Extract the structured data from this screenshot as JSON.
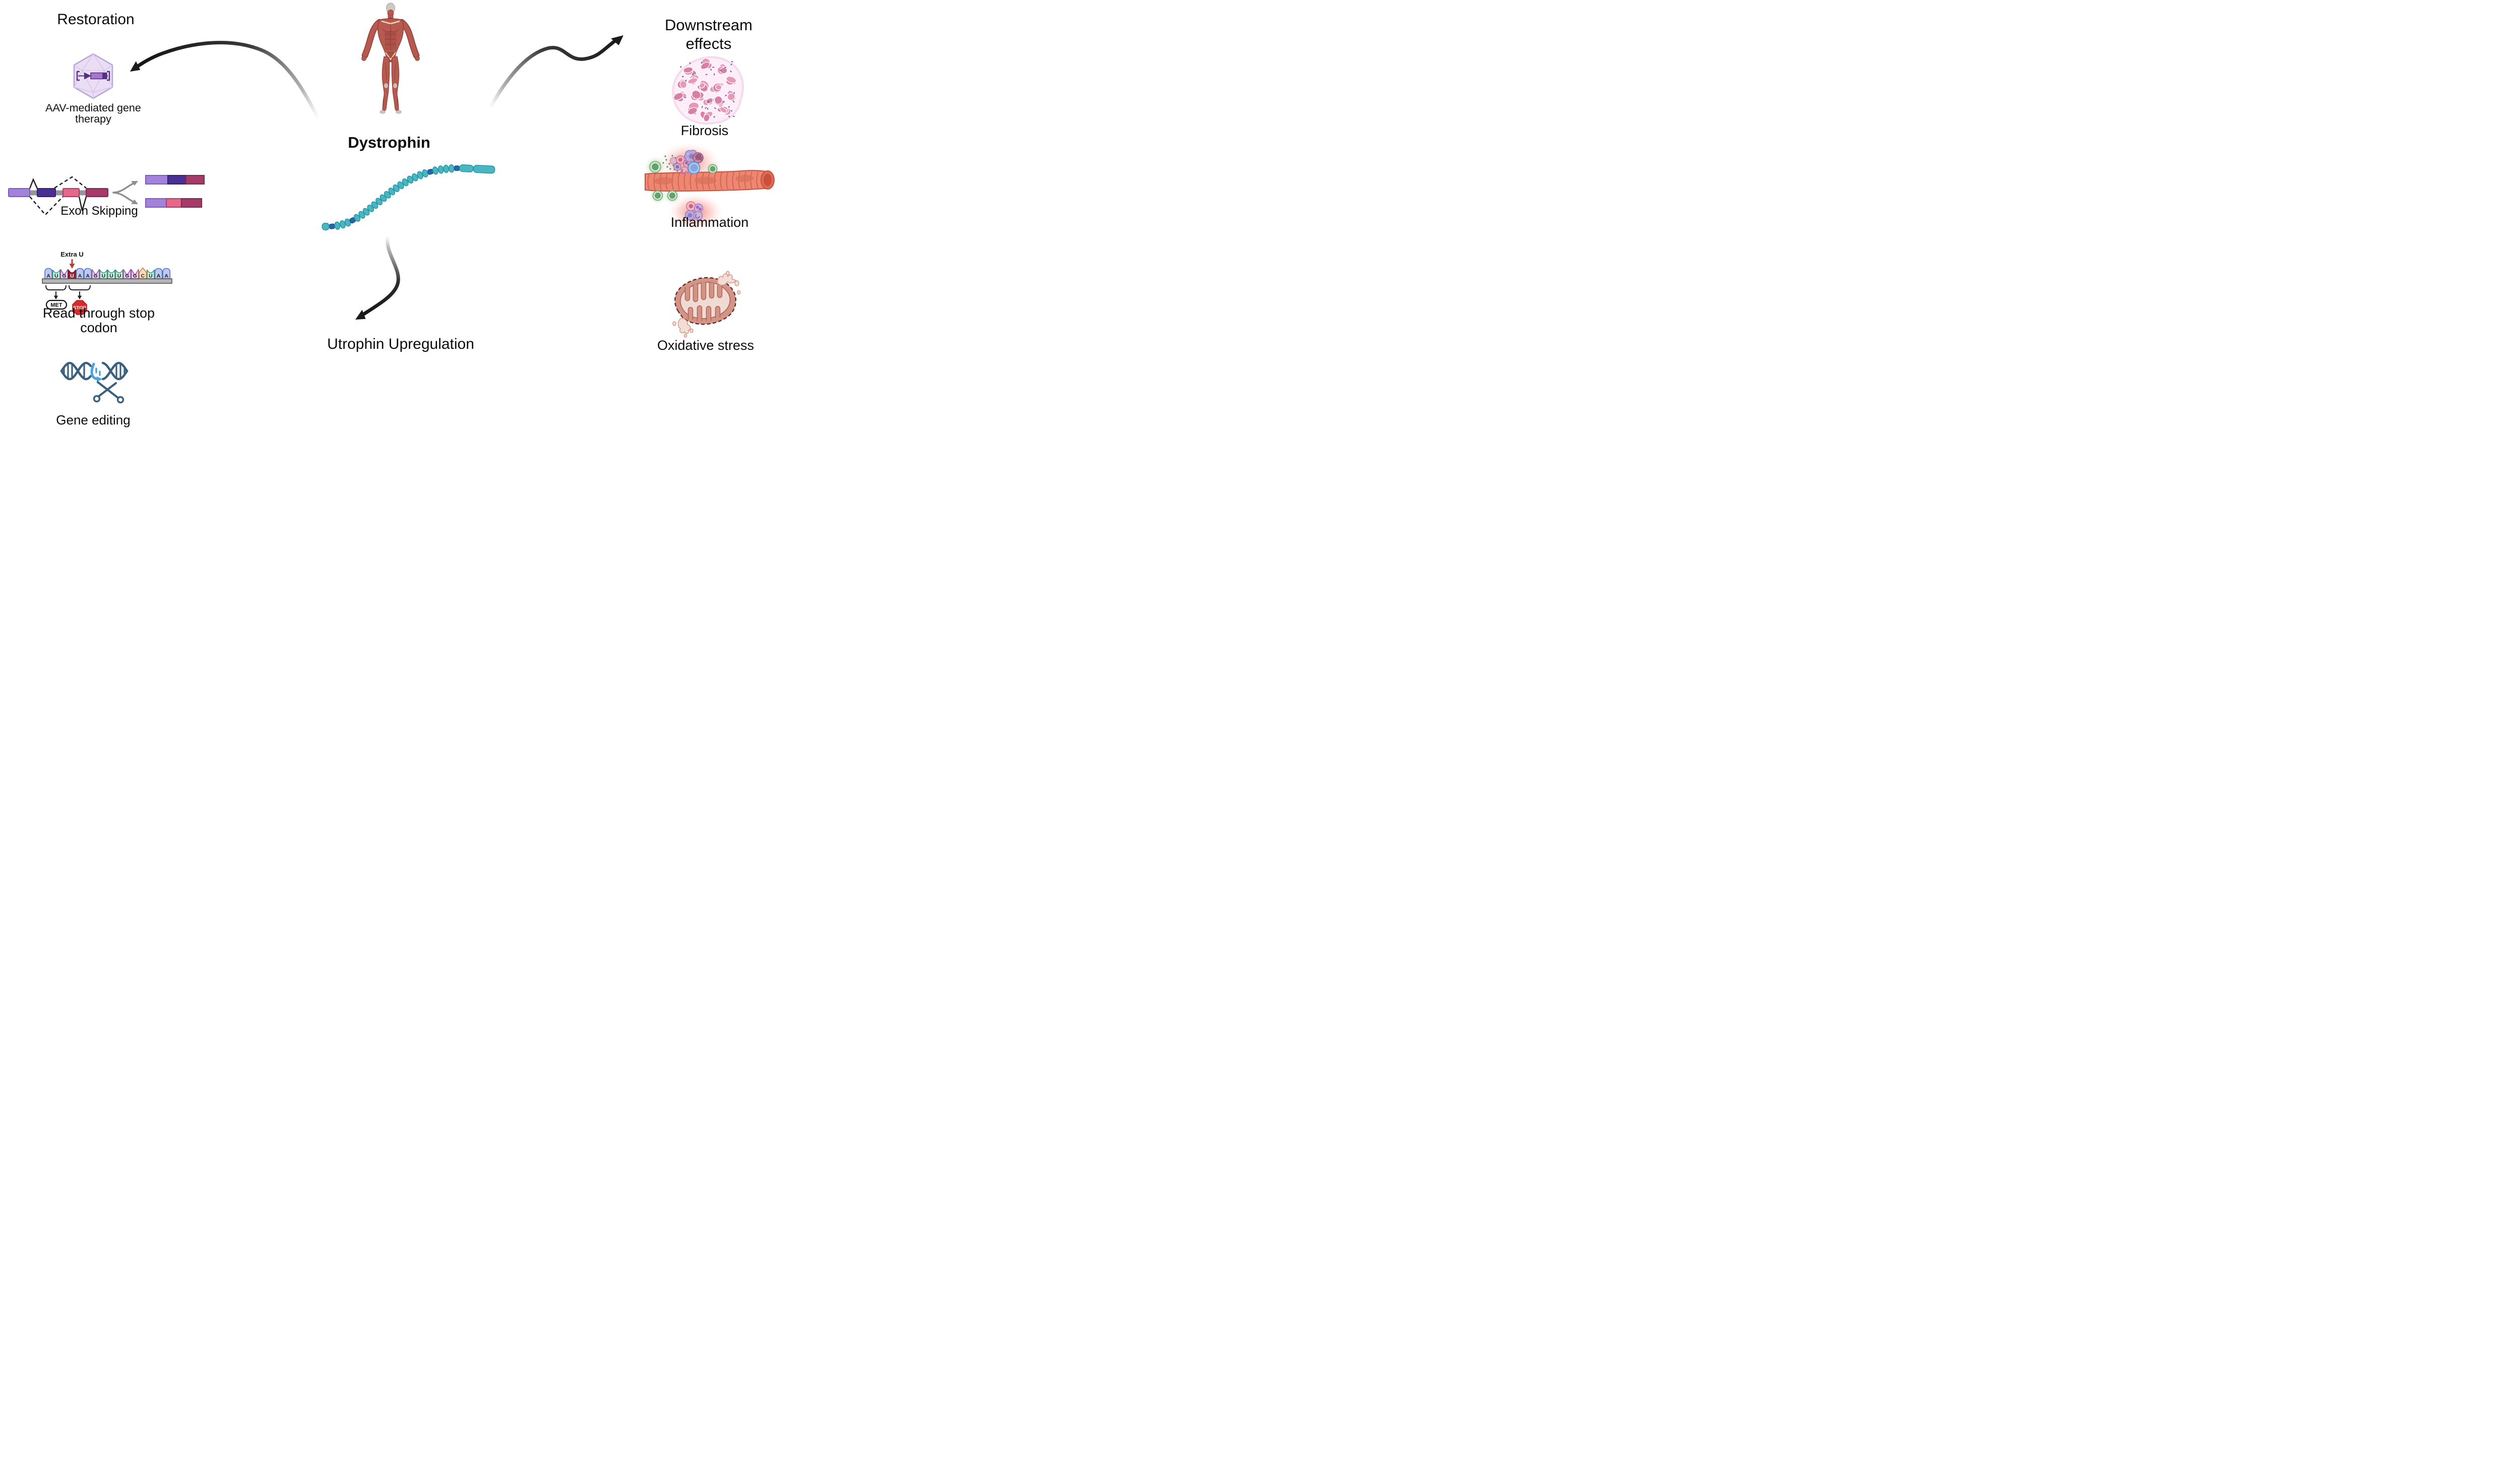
{
  "figure": {
    "center_label": "Dystrophin",
    "utrophin_label": "Utrophin Upregulation",
    "left": {
      "heading": "Restoration",
      "aav_label": [
        "AAV-mediated gene",
        "therapy"
      ],
      "exon_label": "Exon Skipping",
      "readthrough_label": [
        "Read through stop",
        "codon"
      ],
      "extra_u": "Extra U",
      "met": "MET",
      "stop": "STOP",
      "sequence": "AUGUAAGUUUGGCUAA",
      "extra_u_index": 3,
      "gene_label": "Gene editing"
    },
    "right": {
      "heading": [
        "Downstream",
        "effects"
      ],
      "fibrosis_label": "Fibrosis",
      "inflammation_label": "Inflammation",
      "oxidative_label": "Oxidative stress"
    }
  },
  "protein_chain": {
    "beads": [
      "cap",
      "sq",
      "b",
      "b",
      "b",
      "sq",
      "b",
      "b",
      "b",
      "b",
      "b",
      "b",
      "b",
      "b",
      "b",
      "b",
      "b",
      "b",
      "b",
      "b",
      "b",
      "b",
      "sq",
      "b",
      "b",
      "b",
      "b",
      "sq",
      "cap2",
      "cap3"
    ],
    "teal": "#48b6c3",
    "teal_stroke": "#2a96a4",
    "blue": "#2667ac",
    "blue_stroke": "#19508c"
  },
  "nucleotide_colors": {
    "A": {
      "fill": "#bcc9f0",
      "stroke": "#5570c4"
    },
    "U": {
      "fill": "#cdeadd",
      "stroke": "#2a9b7c"
    },
    "G": {
      "fill": "#e9d2f4",
      "stroke": "#a052a8"
    },
    "C": {
      "fill": "#f8dcbd",
      "stroke": "#d0812f"
    },
    "extra": {
      "fill": "#9c2733",
      "stroke": "#5f1219"
    }
  },
  "palette": {
    "exon1": "#a383d9",
    "exon1_stroke": "#7d5bc3",
    "exon2": "#4a3191",
    "exon2_stroke": "#362071",
    "exon3": "#e5688c",
    "exon3_stroke": "#aa3f63",
    "exon4": "#a63a69",
    "exon4_stroke": "#7b2950",
    "intron": "#92969b",
    "splice_line": "#1a1a1a",
    "branch_gray": "#8a8f94",
    "aav_fill": "#eadef5",
    "aav_stroke": "#bca4dd",
    "aav_facet": "#d7c5ec",
    "cassette": "#53317f",
    "gene_box": "#a774d0",
    "dna": "#39617e",
    "edit_blue": "#4aa3e0",
    "stop_red": "#d92b2b",
    "arrow_red": "#c0392b",
    "muscle": "#b65a50",
    "muscle_dark": "#8f3b34",
    "tendon": "#ecd9b8",
    "fascia": "#cfc8c4",
    "fiber": "#ee8672",
    "fiber_stroke": "#c1543f",
    "fiber_striation": "#ca6150",
    "fiber_nucleus": "#d8705c",
    "fibrosis_bg": "#fdeef9",
    "fibrosis_rim": "#f7daee",
    "fibrosis_cell": "#e897b6",
    "fibrosis_cell2": "#d97fa6",
    "nucleus_purple": "#6f4fa5",
    "mito_outer": "#d29486",
    "mito_inner": "#efdbd3",
    "mito_stroke": "#5f241c",
    "mito_crista": "#b05f4f",
    "mito_splash": "#f3ded7",
    "green_cell": "#5fa56e",
    "green_ring": "#cde3c8",
    "green_dot": "#3f9148",
    "arrow_dark": "#1a1a1a"
  }
}
